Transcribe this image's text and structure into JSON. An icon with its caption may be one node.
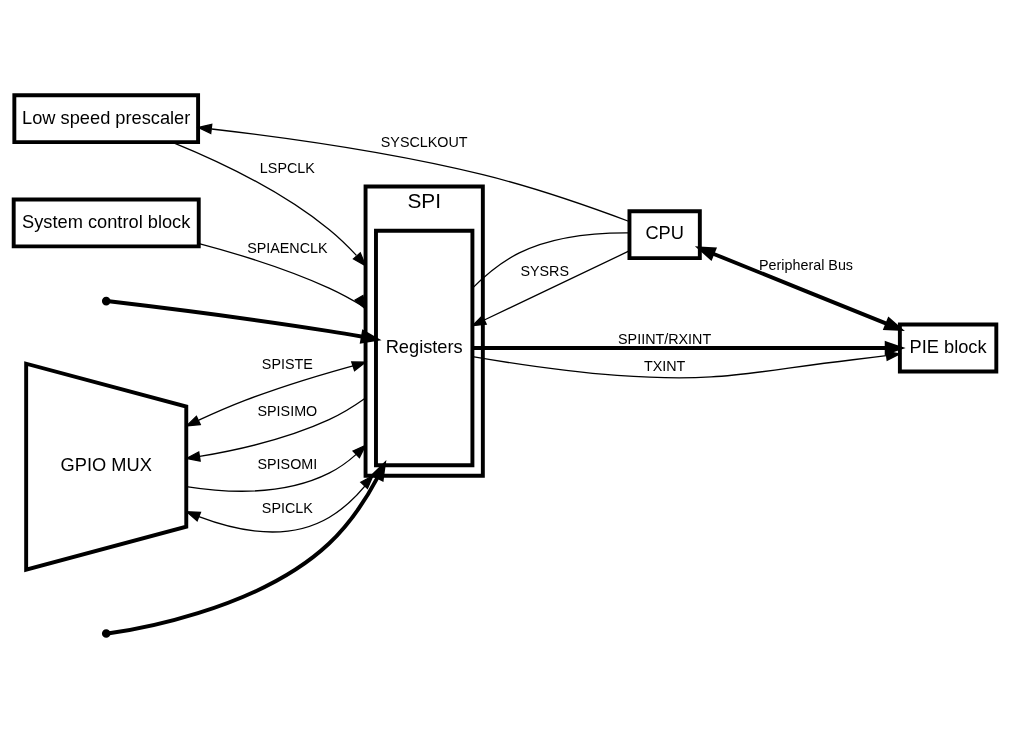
{
  "diagram": {
    "nodes": [
      {
        "text": [
          "System control block"
        ]
      },
      {
        "text": [
          "Low speed prescaler"
        ]
      },
      {
        "text": [
          "CPU"
        ]
      },
      {
        "text": [
          "SPI"
        ]
      },
      {
        "text": [
          "Registers"
        ],
        "in": 3
      },
      {
        "text": [
          "GPIO MUX"
        ]
      },
      {
        "text": [
          "PIE block"
        ]
      }
    ],
    "edges": [
      {
        "from": 0,
        "to": 3,
        "arrow": "to",
        "label": "SPIAENCLK"
      },
      {
        "from": 1,
        "to": 3,
        "arrow": "to",
        "label": "LSPCLK"
      },
      {
        "from": 2,
        "to": 1,
        "arrow": "to",
        "label": "SYSCLKOUT"
      },
      {
        "from": 2,
        "to": 4,
        "arrow": "none"
      },
      {
        "from": 2,
        "to": 4,
        "arrow": "to",
        "label": "SYSRS"
      },
      {
        "from": 3,
        "to": 5,
        "arrow": "to",
        "label": "SPISIMO"
      },
      {
        "from": 5,
        "to": 3,
        "arrow": "to",
        "label": "SPISOMI"
      },
      {
        "from": 5,
        "to": 3,
        "arrow": "both",
        "label": "SPICLK"
      },
      {
        "from": 5,
        "to": 3,
        "arrow": "both",
        "label": "SPISTE"
      },
      {
        "from": 2,
        "to": 6,
        "arrow": "both",
        "label": "Peripheral Bus",
        "style": "thick"
      },
      {
        "from": null,
        "to": 4,
        "arrow": "to",
        "style": "thick"
      },
      {
        "from": null,
        "to": 4,
        "arrow": "to",
        "style": "thick"
      },
      {
        "from": 4,
        "to": 6,
        "arrow": "to",
        "label": "SPIINT/RXINT",
        "style": "thick"
      },
      {
        "from": 4,
        "to": 6,
        "arrow": "to",
        "label": "TXINT"
      }
    ]
  }
}
